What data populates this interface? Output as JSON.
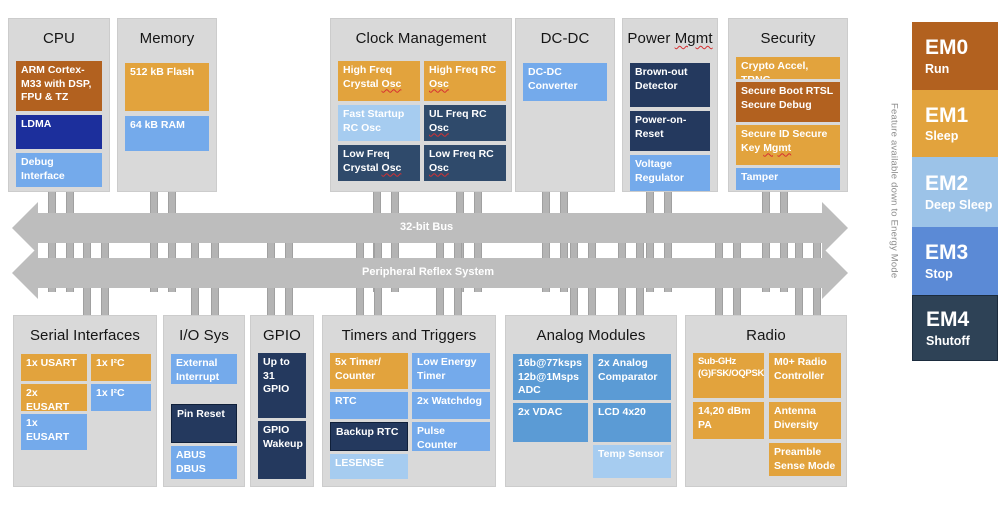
{
  "palette": {
    "container_gray": "#d9d9d9",
    "gold": "#e2a33d",
    "brown": "#b2611f",
    "royal_blue": "#1c2f9c",
    "slate_blue": "#2f4a6b",
    "dark_navy": "#24395e",
    "light_blue": "#74aaeb",
    "medium_blue": "#5b9bd5",
    "pale_blue": "#a6ccf0",
    "em3_blue": "#5b8ad6",
    "em4_navy": "#2e4256",
    "bus_gray": "#bdbdbd",
    "squiggle_red": "#d63031"
  },
  "buses": {
    "bus1_label": "32-bit Bus",
    "bus2_label": "Peripheral Reflex System"
  },
  "energy_legend": {
    "rotated_label": "Feature available down to Energy Mode",
    "modes": [
      {
        "code": "EM0",
        "name": "Run"
      },
      {
        "code": "EM1",
        "name": "Sleep"
      },
      {
        "code": "EM2",
        "name": "Deep Sleep"
      },
      {
        "code": "EM3",
        "name": "Stop"
      },
      {
        "code": "EM4",
        "name": "Shutoff"
      }
    ]
  },
  "blocks": {
    "cpu": {
      "title": "CPU",
      "tiles": [
        {
          "pre": "ARM Cortex-M33 with DSP, FPU & TZ"
        },
        {
          "pre": "LDMA"
        },
        {
          "pre": "Debug Interface"
        }
      ]
    },
    "memory": {
      "title": "Memory",
      "tiles": [
        {
          "pre": "512 kB Flash"
        },
        {
          "pre": "64 kB RAM"
        }
      ]
    },
    "clock": {
      "title": "Clock Management",
      "tiles": [
        {
          "pre": "High Freq Crystal ",
          "sq": "Osc"
        },
        {
          "pre": "High Freq RC ",
          "sq": "Osc"
        },
        {
          "pre": "Fast Startup RC Osc"
        },
        {
          "pre": "UL Freq RC ",
          "sq": "Osc"
        },
        {
          "pre": "Low Freq Crystal ",
          "sq": "Osc"
        },
        {
          "pre": "Low Freq RC ",
          "sq": "Osc"
        }
      ]
    },
    "dcdc": {
      "title": "DC-DC",
      "tiles": [
        {
          "pre": "DC-DC Converter"
        }
      ]
    },
    "power": {
      "title_pre": "Power ",
      "title_sq": "Mgmt",
      "tiles": [
        {
          "pre": "Brown-out Detector"
        },
        {
          "pre": "Power-on-Reset"
        },
        {
          "pre": "Voltage Regulator"
        }
      ]
    },
    "security": {
      "title": "Security",
      "tiles": [
        {
          "pre": "Crypto Accel, TRNG"
        },
        {
          "pre": "Secure Boot RTSL Secure Debug"
        },
        {
          "pre": "Secure ID Secure Key ",
          "sq": "Mgmt"
        },
        {
          "pre": "Tamper"
        }
      ]
    },
    "serial": {
      "title": "Serial Interfaces",
      "tiles": [
        {
          "pre": "1x USART"
        },
        {
          "pre": "1x I²C"
        },
        {
          "pre": "2x EUSART"
        },
        {
          "pre": "1x I²C"
        },
        {
          "pre": "1x EUSART"
        }
      ]
    },
    "iosys": {
      "title": "I/O Sys",
      "tiles": [
        {
          "pre": "External Interrupt"
        },
        {
          "pre": "Pin Reset"
        },
        {
          "pre": "ABUS DBUS"
        }
      ]
    },
    "gpio": {
      "title": "GPIO",
      "tiles": [
        {
          "pre": "Up to 31 GPIO"
        },
        {
          "pre": "GPIO Wakeup"
        }
      ]
    },
    "timers": {
      "title": "Timers and Triggers",
      "tiles": [
        {
          "pre": "5x Timer/ Counter"
        },
        {
          "pre": "Low Energy Timer"
        },
        {
          "pre": "RTC"
        },
        {
          "pre": "2x Watchdog"
        },
        {
          "pre": "Backup RTC"
        },
        {
          "pre": "Pulse Counter"
        },
        {
          "pre": "LESENSE"
        }
      ]
    },
    "analog": {
      "title": "Analog Modules",
      "tiles": [
        {
          "pre": "16b@77ksps 12b@1Msps ADC"
        },
        {
          "pre": "2x Analog Comparator"
        },
        {
          "pre": "2x VDAC"
        },
        {
          "pre": "LCD 4x20"
        },
        {
          "pre": "Temp Sensor"
        }
      ]
    },
    "radio": {
      "title": "Radio",
      "tiles": [
        {
          "pre": "Sub-GHz (G)FSK/OQPSK)"
        },
        {
          "pre": "M0+ Radio Controller"
        },
        {
          "pre": "14,20 dBm PA"
        },
        {
          "pre": "Antenna Diversity"
        },
        {
          "pre": "Preamble Sense Mode"
        }
      ]
    }
  }
}
